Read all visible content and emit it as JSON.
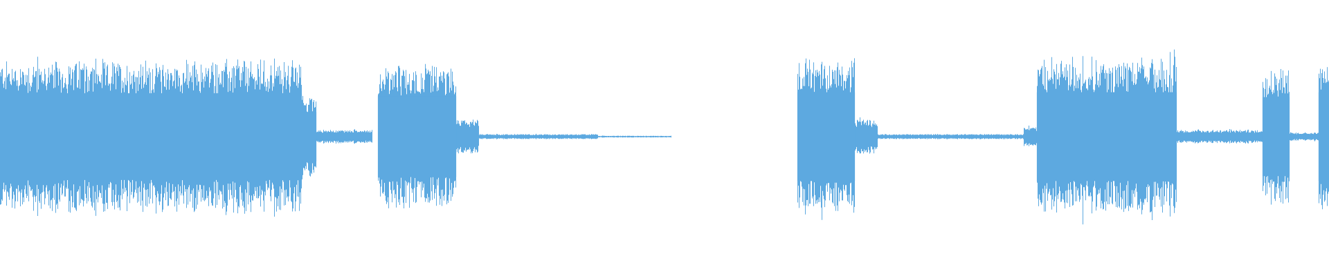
{
  "waveform": {
    "color": "#5DA9E0",
    "background": "#FFFFFF",
    "description_of_envelope": [
      {
        "t0": 0.0,
        "t1": 0.227,
        "level": 0.88
      },
      {
        "t0": 0.227,
        "t1": 0.238,
        "level": 0.5
      },
      {
        "t0": 0.238,
        "t1": 0.28,
        "level": 0.08
      },
      {
        "t0": 0.284,
        "t1": 0.343,
        "level": 0.82
      },
      {
        "t0": 0.343,
        "t1": 0.36,
        "level": 0.2
      },
      {
        "t0": 0.36,
        "t1": 0.45,
        "level": 0.03
      },
      {
        "t0": 0.45,
        "t1": 0.505,
        "level": 0.01
      },
      {
        "t0": 0.6,
        "t1": 0.643,
        "level": 0.9
      },
      {
        "t0": 0.643,
        "t1": 0.66,
        "level": 0.2
      },
      {
        "t0": 0.66,
        "t1": 0.77,
        "level": 0.03
      },
      {
        "t0": 0.77,
        "t1": 0.78,
        "level": 0.12
      },
      {
        "t0": 0.78,
        "t1": 0.885,
        "level": 0.9
      },
      {
        "t0": 0.885,
        "t1": 0.95,
        "level": 0.08
      },
      {
        "t0": 0.95,
        "t1": 0.97,
        "level": 0.8
      },
      {
        "t0": 0.97,
        "t1": 0.992,
        "level": 0.05
      },
      {
        "t0": 0.992,
        "t1": 1.0,
        "level": 0.9
      }
    ]
  }
}
